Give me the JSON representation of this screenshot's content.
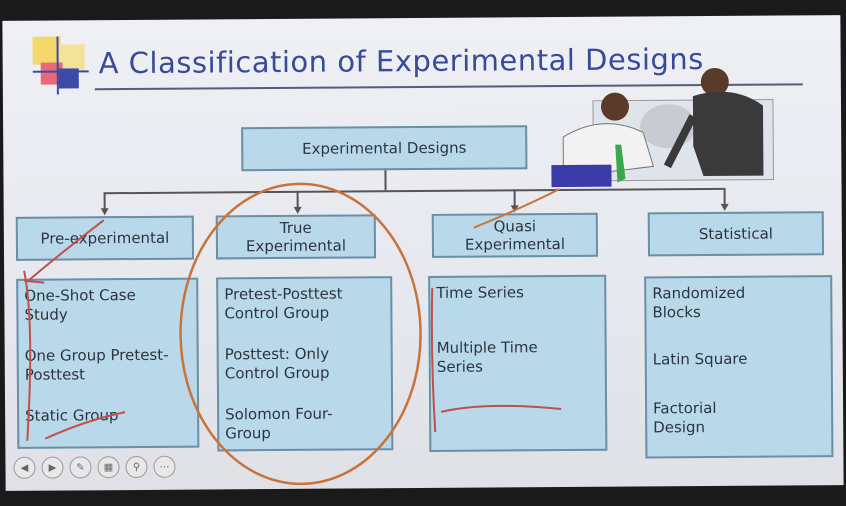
{
  "title": "A Classification of Experimental Designs",
  "root": {
    "label": "Experimental Designs"
  },
  "categories": [
    {
      "label": "Pre-experimental",
      "items": [
        "One-Shot Case Study",
        "One Group Pretest-Posttest",
        "Static Group"
      ]
    },
    {
      "label": "True Experimental",
      "items": [
        "Pretest-Posttest Control Group",
        "Posttest: Only Control Group",
        "Solomon Four-Group"
      ]
    },
    {
      "label": "Quasi Experimental",
      "items": [
        "Time Series",
        "Multiple Time Series"
      ]
    },
    {
      "label": "Statistical",
      "items": [
        "Randomized Blocks",
        "Latin Square",
        "Factorial Design"
      ]
    }
  ],
  "nav_icons": [
    "prev-icon",
    "next-icon",
    "pen-icon",
    "slides-icon",
    "zoom-icon",
    "more-icon"
  ],
  "colors": {
    "box_fill": "#b9d8ea",
    "title": "#3a4a9a",
    "annotation": "#c8733a"
  }
}
